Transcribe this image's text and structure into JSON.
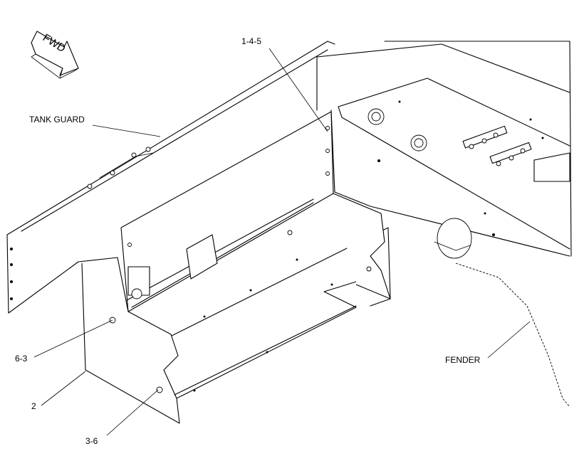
{
  "arrow": {
    "label": "FWD"
  },
  "callouts": {
    "c145": "1-4-5",
    "tank_guard": "TANK GUARD",
    "c63": "6-3",
    "c2": "2",
    "c36": "3-6",
    "fender": "FENDER"
  }
}
